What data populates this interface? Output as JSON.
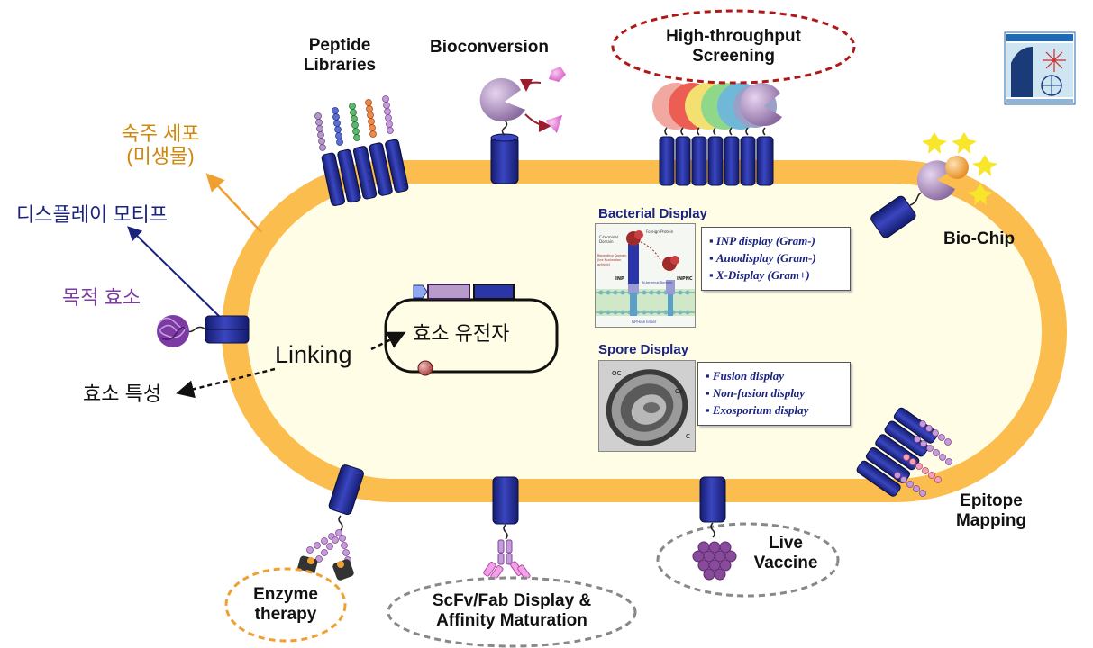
{
  "labels": {
    "peptide_libraries": "Peptide\nLibraries",
    "bioconversion": "Bioconversion",
    "hts": "High-throughput\nScreening",
    "host_cell": "숙주 세포\n(미생물)",
    "display_motif": "디스플레이 모티프",
    "target_enzyme": "목적 효소",
    "linking": "Linking",
    "enzyme_gene": "효소 유전자",
    "enzyme_property": "효소 특성",
    "bio_chip": "Bio-Chip",
    "epitope_mapping": "Epitope\nMapping",
    "enzyme_therapy": "Enzyme\ntherapy",
    "scfv": "ScFv/Fab Display &\nAffinity Maturation",
    "live_vaccine": "Live\nVaccine"
  },
  "bacterial_display": {
    "title": "Bacterial Display",
    "items": [
      "INP display (Gram-)",
      "Autodisplay (Gram-)",
      "X-Display (Gram+)"
    ],
    "figure_labels": [
      "C-terminal Domain",
      "Foreign Protein",
      "Repeating Domain (Ice Nucleation activity)",
      "INP",
      "N-terminal Domain",
      "INPNC",
      "GPI-like linker"
    ]
  },
  "spore_display": {
    "title": "Spore Display",
    "items": [
      "Fusion display",
      "Non-fusion display",
      "Exosporium display"
    ],
    "figure_labels": [
      "OC",
      "Cx",
      "C"
    ]
  },
  "colors": {
    "membrane": "#fbbd4e",
    "cytoplasm": "#fffde6",
    "anchor": "#1f2a8c",
    "host_label": "#d2860c",
    "motif_label": "#1a237e",
    "enzyme_label": "#7d3aa3",
    "hts_ellipse": "#b01818",
    "enzyme_therapy_ellipse": "#f0a030",
    "grey_ellipse": "#888888"
  }
}
